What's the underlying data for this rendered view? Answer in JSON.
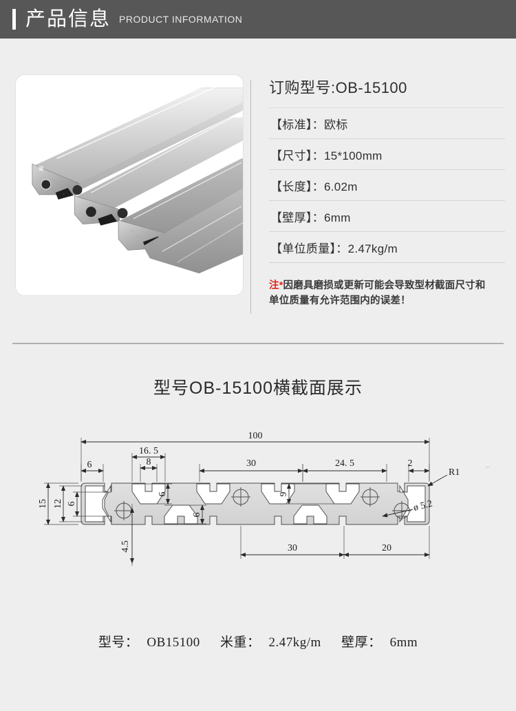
{
  "header": {
    "title_cn": "产品信息",
    "title_en": "PRODUCT INFORMATION",
    "bg_color": "#575757",
    "accent_color": "#ffffff"
  },
  "product": {
    "photo_alt": "aluminum-extrusion-profile-photo",
    "order_title": "订购型号:OB-15100",
    "specs": [
      {
        "key": "【标准】：",
        "value": "欧标"
      },
      {
        "key": "【尺寸】：",
        "value": "15*100mm"
      },
      {
        "key": "【长度】：",
        "value": "6.02m"
      },
      {
        "key": "【壁厚】：",
        "value": "6mm"
      },
      {
        "key": "【单位质量】：",
        "value": "2.47kg/m"
      }
    ],
    "note_mark": "注*",
    "note_text": "因磨具磨损或更新可能会导致型材截面尺寸和单位质量有允许范围内的误差！",
    "note_mark_color": "#e3261d"
  },
  "drawing": {
    "section_title": "型号OB-15100横截面展示",
    "dimensions": {
      "total_width": "100",
      "left_edge": "6",
      "slot_outer": "16. 5",
      "slot_inner": "8",
      "pitch_1": "30",
      "pitch_2": "24. 5",
      "right_edge": "2",
      "radius": "R1",
      "height_total": "15",
      "height_inner": "12",
      "slot_depth_left": "6",
      "slot_depth_top": "6",
      "slot_depth_bottom": "6",
      "slot_depth_right": "9",
      "offset_bottom": "4.5",
      "bottom_pitch_1": "30",
      "bottom_pitch_2": "20",
      "hole_diameter": "ø 5.2"
    },
    "caption": [
      {
        "key": "型号：",
        "value": "OB15100"
      },
      {
        "key": "米重：",
        "value": "2.47kg/m"
      },
      {
        "key": "壁厚：",
        "value": "6mm"
      }
    ]
  }
}
